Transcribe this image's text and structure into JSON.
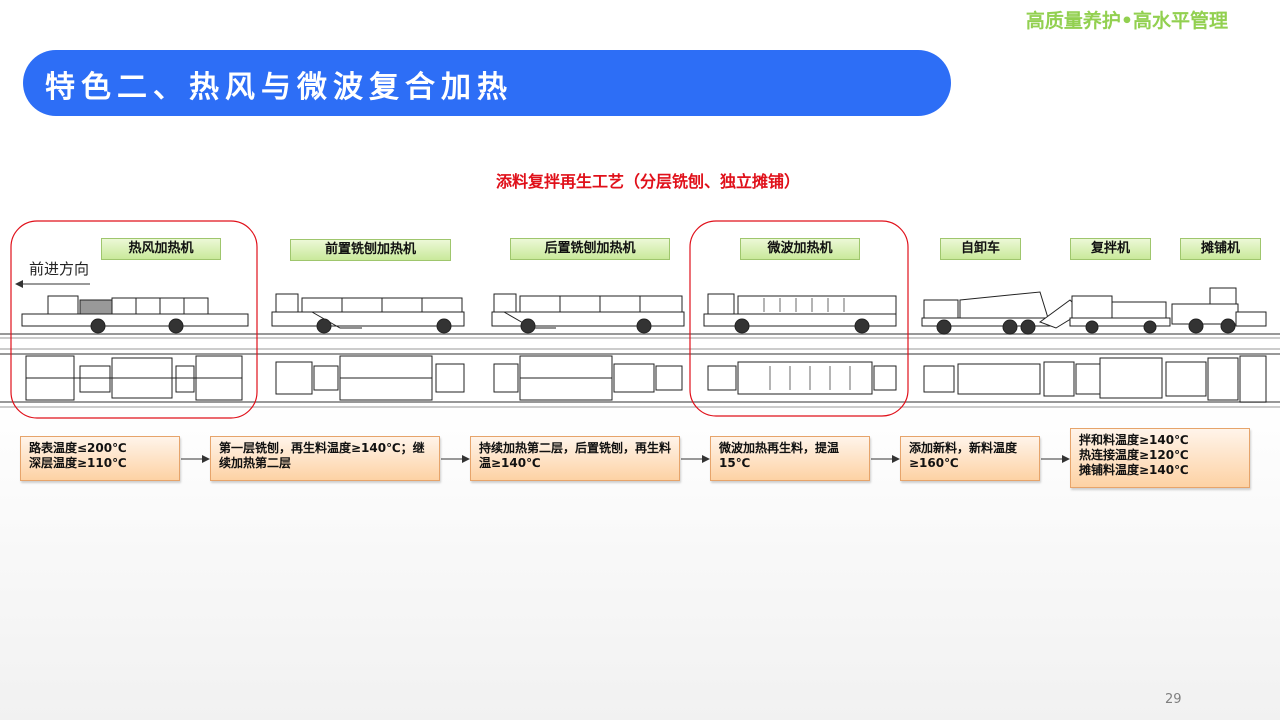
{
  "header": {
    "slogan": "高质量养护•高水平管理"
  },
  "title": "特色二、热风与微波复合加热",
  "subtitle": "添料复拌再生工艺（分层铣刨、独立摊铺）",
  "direction_label": "前进方向",
  "machines": [
    "热风加热机",
    "前置铣刨加热机",
    "后置铣刨加热机",
    "微波加热机",
    "自卸车",
    "复拌机",
    "摊铺机"
  ],
  "steps": [
    {
      "lines": [
        "路表温度≤200℃",
        "深层温度≥110℃"
      ]
    },
    {
      "lines": [
        "第一层铣刨，再生料温度≥140℃；继续加热第二层"
      ]
    },
    {
      "lines": [
        "持续加热第二层，后置铣刨，再生料温≥140℃"
      ]
    },
    {
      "lines": [
        "微波加热再生料，提温15℃"
      ]
    },
    {
      "lines": [
        "添加新料，新料温度≥160℃"
      ]
    },
    {
      "lines": [
        "拌和料温度≥140℃",
        "热连接温度≥120℃",
        "摊铺料温度≥140℃"
      ]
    }
  ],
  "colors": {
    "banner": "#2d6ef6",
    "slogan": "#92d050",
    "subtitle": "#e0101a",
    "highlight_ring": "#e0101a",
    "label_fill": "#c9e99a",
    "step_fill": "#fdd2a4"
  },
  "page_number": "29"
}
